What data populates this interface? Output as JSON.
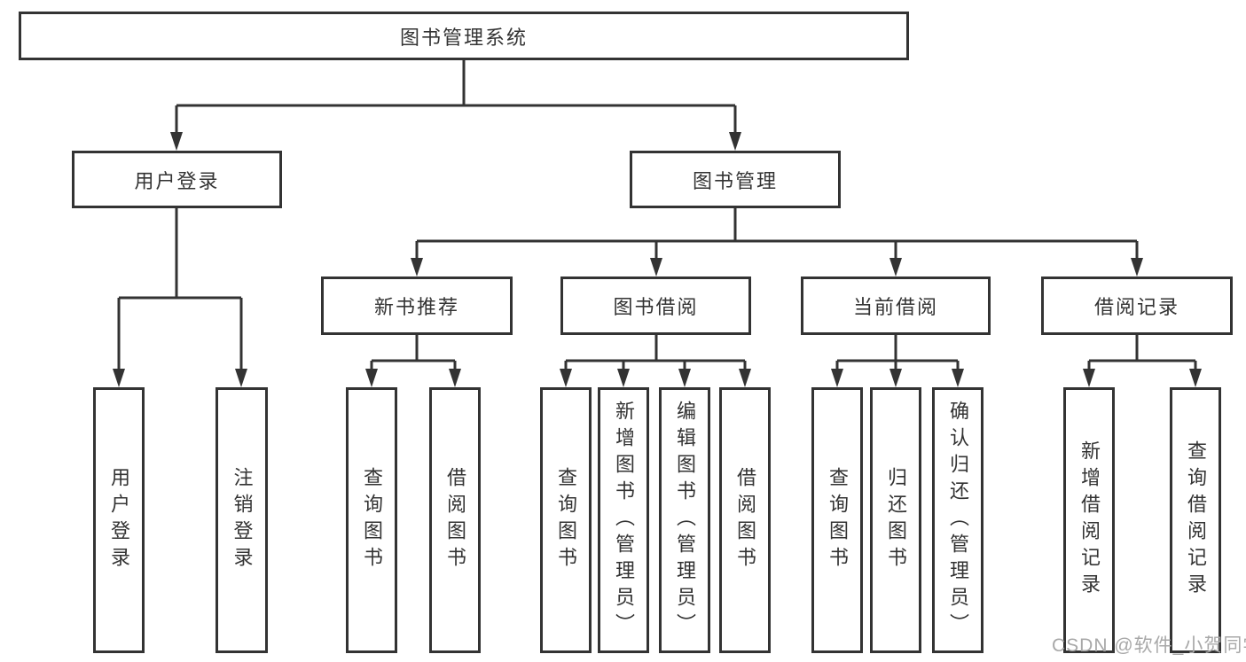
{
  "diagram": {
    "root": {
      "label": "图书管理系统"
    },
    "level2": [
      {
        "label": "用户登录"
      },
      {
        "label": "图书管理"
      }
    ],
    "level3": [
      {
        "label": "新书推荐"
      },
      {
        "label": "图书借阅"
      },
      {
        "label": "当前借阅"
      },
      {
        "label": "借阅记录"
      }
    ],
    "leaves": [
      {
        "label": "用户登录"
      },
      {
        "label": "注销登录"
      },
      {
        "label": "查询图书"
      },
      {
        "label": "借阅图书"
      },
      {
        "label": "查询图书"
      },
      {
        "label": "新增图书（管理员）"
      },
      {
        "label": "编辑图书（管理员）"
      },
      {
        "label": "借阅图书"
      },
      {
        "label": "查询图书"
      },
      {
        "label": "归还图书"
      },
      {
        "label": "确认归还（管理员）"
      },
      {
        "label": "新增借阅记录"
      },
      {
        "label": "查询借阅记录"
      }
    ]
  },
  "watermark": {
    "text": "CSDN @软件_小贺同学",
    "color": "#a8a8a8"
  },
  "colors": {
    "line": "#333333",
    "box_border": "#333333",
    "text": "#333333",
    "background": "#ffffff"
  }
}
